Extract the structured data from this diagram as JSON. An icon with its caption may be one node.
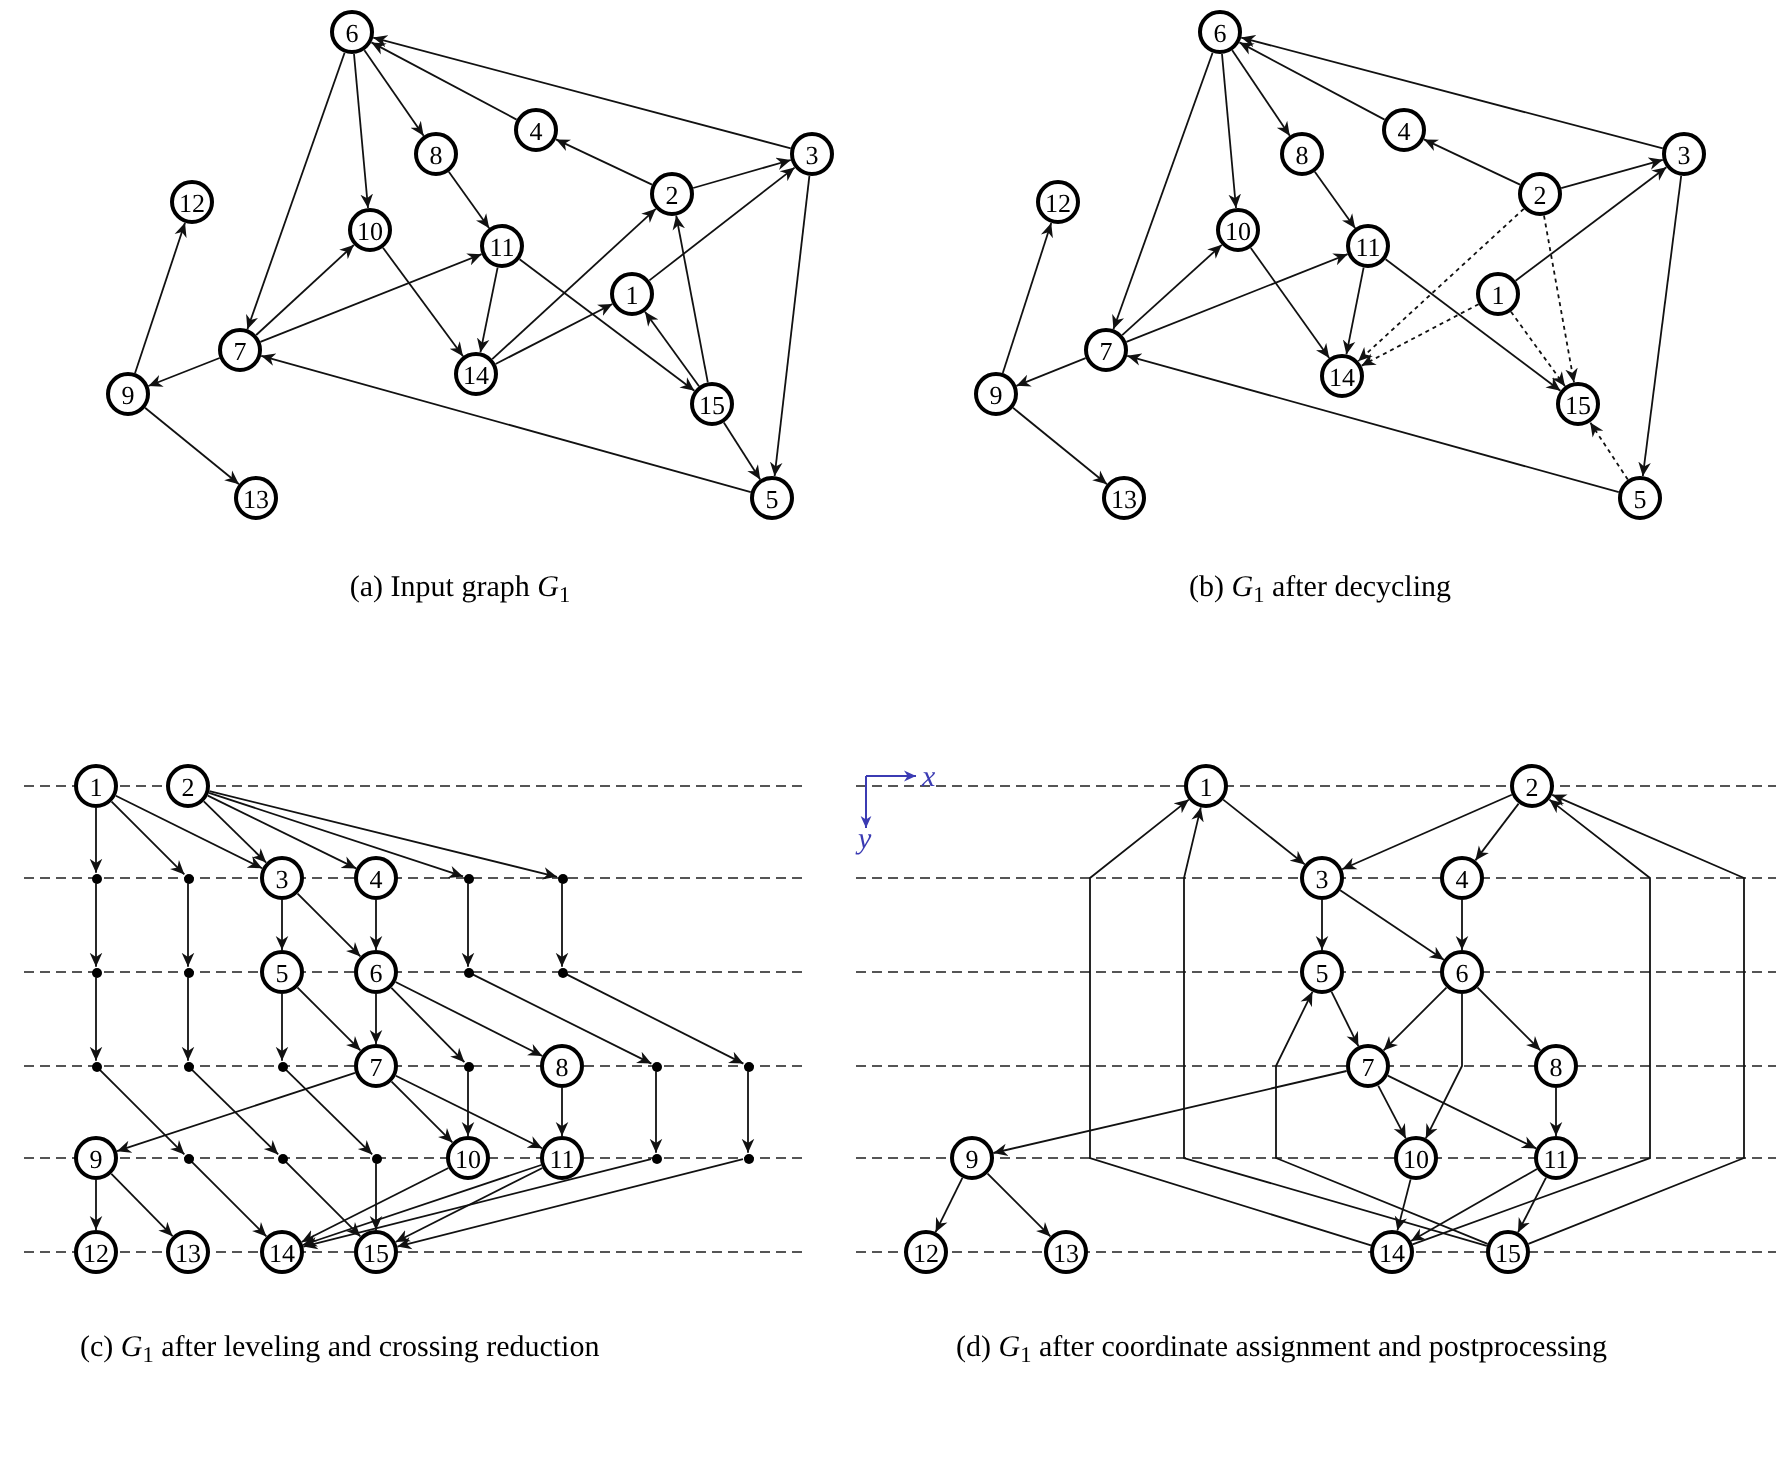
{
  "diagram": {
    "nodes": [
      {
        "text": [
          "1"
        ]
      },
      {
        "text": [
          "2"
        ]
      },
      {
        "text": [
          "3"
        ]
      },
      {
        "text": [
          "4"
        ]
      },
      {
        "text": [
          "5"
        ]
      },
      {
        "text": [
          "6"
        ]
      },
      {
        "text": [
          "7"
        ]
      },
      {
        "text": [
          "8"
        ]
      },
      {
        "text": [
          "9"
        ]
      },
      {
        "text": [
          "10"
        ]
      },
      {
        "text": [
          "11"
        ]
      },
      {
        "text": [
          "12"
        ]
      },
      {
        "text": [
          "13"
        ]
      },
      {
        "text": [
          "14"
        ]
      },
      {
        "text": [
          "15"
        ]
      },
      {
        "text": [
          "1"
        ]
      },
      {
        "text": [
          "2"
        ]
      },
      {
        "text": [
          "3"
        ]
      },
      {
        "text": [
          "4"
        ]
      },
      {
        "text": [
          "5"
        ]
      },
      {
        "text": [
          "6"
        ]
      },
      {
        "text": [
          "7"
        ]
      },
      {
        "text": [
          "8"
        ]
      },
      {
        "text": [
          "9"
        ]
      },
      {
        "text": [
          "10"
        ]
      },
      {
        "text": [
          "11"
        ]
      },
      {
        "text": [
          "12"
        ]
      },
      {
        "text": [
          "13"
        ]
      },
      {
        "text": [
          "14"
        ]
      },
      {
        "text": [
          "15"
        ]
      },
      {
        "text": [
          "1"
        ]
      },
      {
        "text": [
          "2"
        ]
      },
      {
        "text": [],
        "shape": "circle"
      },
      {
        "text": [],
        "shape": "circle"
      },
      {
        "text": [
          "3"
        ]
      },
      {
        "text": [
          "4"
        ]
      },
      {
        "text": [],
        "shape": "circle"
      },
      {
        "text": [],
        "shape": "circle"
      },
      {
        "text": [],
        "shape": "circle"
      },
      {
        "text": [],
        "shape": "circle"
      },
      {
        "text": [
          "5"
        ]
      },
      {
        "text": [
          "6"
        ]
      },
      {
        "text": [],
        "shape": "circle"
      },
      {
        "text": [],
        "shape": "circle"
      },
      {
        "text": [],
        "shape": "circle"
      },
      {
        "text": [],
        "shape": "circle"
      },
      {
        "text": [],
        "shape": "circle"
      },
      {
        "text": [
          "7"
        ]
      },
      {
        "text": [],
        "shape": "circle"
      },
      {
        "text": [
          "8"
        ]
      },
      {
        "text": [],
        "shape": "circle"
      },
      {
        "text": [],
        "shape": "circle"
      },
      {
        "text": [
          "9"
        ]
      },
      {
        "text": [],
        "shape": "circle"
      },
      {
        "text": [],
        "shape": "circle"
      },
      {
        "text": [],
        "shape": "circle"
      },
      {
        "text": [
          "10"
        ]
      },
      {
        "text": [
          "11"
        ]
      },
      {
        "text": [],
        "shape": "circle"
      },
      {
        "text": [],
        "shape": "circle"
      },
      {
        "text": [
          "12"
        ]
      },
      {
        "text": [
          "13"
        ]
      },
      {
        "text": [
          "14"
        ]
      },
      {
        "text": [
          "15"
        ]
      },
      {
        "text": [
          "1"
        ]
      },
      {
        "text": [
          "2"
        ]
      },
      {
        "text": [
          "3"
        ]
      },
      {
        "text": [
          "4"
        ]
      },
      {
        "text": [
          "5"
        ]
      },
      {
        "text": [
          "6"
        ]
      },
      {
        "text": [
          "7"
        ]
      },
      {
        "text": [
          "8"
        ]
      },
      {
        "text": [
          "9"
        ]
      },
      {
        "text": [
          "10"
        ]
      },
      {
        "text": [
          "11"
        ]
      },
      {
        "text": [
          "12"
        ]
      },
      {
        "text": [
          "13"
        ]
      },
      {
        "text": [
          "14"
        ]
      },
      {
        "text": [
          "15"
        ]
      }
    ],
    "edges": [
      {
        "from": 5,
        "to": 6,
        "arrow": "to"
      },
      {
        "from": 5,
        "to": 9,
        "arrow": "to"
      },
      {
        "from": 5,
        "to": 7,
        "arrow": "to"
      },
      {
        "from": 3,
        "to": 5,
        "arrow": "to"
      },
      {
        "from": 2,
        "to": 5,
        "arrow": "to"
      },
      {
        "from": 1,
        "to": 3,
        "arrow": "to"
      },
      {
        "from": 1,
        "to": 2,
        "arrow": "to"
      },
      {
        "from": 7,
        "to": 10,
        "arrow": "to"
      },
      {
        "from": 6,
        "to": 9,
        "arrow": "to"
      },
      {
        "from": 6,
        "to": 10,
        "arrow": "to"
      },
      {
        "from": 9,
        "to": 13,
        "arrow": "to"
      },
      {
        "from": 10,
        "to": 13,
        "arrow": "to"
      },
      {
        "from": 10,
        "to": 14,
        "arrow": "to"
      },
      {
        "from": 13,
        "to": 1,
        "arrow": "to"
      },
      {
        "from": 13,
        "to": 0,
        "arrow": "to"
      },
      {
        "from": 0,
        "to": 2,
        "arrow": "to"
      },
      {
        "from": 14,
        "to": 0,
        "arrow": "to"
      },
      {
        "from": 14,
        "to": 1,
        "arrow": "to"
      },
      {
        "from": 14,
        "to": 4,
        "arrow": "to"
      },
      {
        "from": 2,
        "to": 4,
        "arrow": "to"
      },
      {
        "from": 4,
        "to": 6,
        "arrow": "to"
      },
      {
        "from": 6,
        "to": 8,
        "arrow": "to"
      },
      {
        "from": 8,
        "to": 11,
        "arrow": "to"
      },
      {
        "from": 8,
        "to": 12,
        "arrow": "to"
      },
      {
        "from": 20,
        "to": 21,
        "arrow": "to"
      },
      {
        "from": 20,
        "to": 24,
        "arrow": "to"
      },
      {
        "from": 20,
        "to": 22,
        "arrow": "to"
      },
      {
        "from": 18,
        "to": 20,
        "arrow": "to"
      },
      {
        "from": 17,
        "to": 20,
        "arrow": "to"
      },
      {
        "from": 16,
        "to": 18,
        "arrow": "to"
      },
      {
        "from": 16,
        "to": 17,
        "arrow": "to"
      },
      {
        "from": 22,
        "to": 25,
        "arrow": "to"
      },
      {
        "from": 21,
        "to": 24,
        "arrow": "to"
      },
      {
        "from": 21,
        "to": 25,
        "arrow": "to"
      },
      {
        "from": 24,
        "to": 28,
        "arrow": "to"
      },
      {
        "from": 25,
        "to": 28,
        "arrow": "to"
      },
      {
        "from": 25,
        "to": 29,
        "arrow": "to"
      },
      {
        "from": 15,
        "to": 17,
        "arrow": "to"
      },
      {
        "from": 17,
        "to": 19,
        "arrow": "to"
      },
      {
        "from": 19,
        "to": 21,
        "arrow": "to"
      },
      {
        "from": 21,
        "to": 23,
        "arrow": "to"
      },
      {
        "from": 23,
        "to": 26,
        "arrow": "to"
      },
      {
        "from": 23,
        "to": 27,
        "arrow": "to"
      },
      {
        "from": 16,
        "to": 28,
        "arrow": "to",
        "style": "dashed"
      },
      {
        "from": 15,
        "to": 28,
        "arrow": "to",
        "style": "dashed"
      },
      {
        "from": 16,
        "to": 29,
        "arrow": "to",
        "style": "dashed"
      },
      {
        "from": 15,
        "to": 29,
        "arrow": "to",
        "style": "dashed"
      },
      {
        "from": 19,
        "to": 29,
        "arrow": "to",
        "style": "dashed"
      },
      {
        "from": 30,
        "to": 32,
        "arrow": "to"
      },
      {
        "from": 30,
        "to": 33,
        "arrow": "to"
      },
      {
        "from": 30,
        "to": 34,
        "arrow": "to"
      },
      {
        "from": 31,
        "to": 34,
        "arrow": "to"
      },
      {
        "from": 31,
        "to": 35,
        "arrow": "to"
      },
      {
        "from": 31,
        "to": 36,
        "arrow": "to"
      },
      {
        "from": 31,
        "to": 37,
        "arrow": "to"
      },
      {
        "from": 32,
        "to": 38,
        "arrow": "to"
      },
      {
        "from": 33,
        "to": 39,
        "arrow": "to"
      },
      {
        "from": 34,
        "to": 40,
        "arrow": "to"
      },
      {
        "from": 34,
        "to": 41,
        "arrow": "to"
      },
      {
        "from": 35,
        "to": 41,
        "arrow": "to"
      },
      {
        "from": 36,
        "to": 42,
        "arrow": "to"
      },
      {
        "from": 37,
        "to": 43,
        "arrow": "to"
      },
      {
        "from": 38,
        "to": 44,
        "arrow": "to"
      },
      {
        "from": 39,
        "to": 45,
        "arrow": "to"
      },
      {
        "from": 40,
        "to": 46,
        "arrow": "to"
      },
      {
        "from": 40,
        "to": 47,
        "arrow": "to"
      },
      {
        "from": 41,
        "to": 47,
        "arrow": "to"
      },
      {
        "from": 41,
        "to": 48,
        "arrow": "to"
      },
      {
        "from": 41,
        "to": 49,
        "arrow": "to"
      },
      {
        "from": 42,
        "to": 50,
        "arrow": "to"
      },
      {
        "from": 43,
        "to": 51,
        "arrow": "to"
      },
      {
        "from": 44,
        "to": 53,
        "arrow": "to"
      },
      {
        "from": 45,
        "to": 54,
        "arrow": "to"
      },
      {
        "from": 46,
        "to": 55,
        "arrow": "to"
      },
      {
        "from": 47,
        "to": 52,
        "arrow": "to"
      },
      {
        "from": 47,
        "to": 56,
        "arrow": "to"
      },
      {
        "from": 47,
        "to": 57,
        "arrow": "to"
      },
      {
        "from": 48,
        "to": 56,
        "arrow": "to"
      },
      {
        "from": 49,
        "to": 57,
        "arrow": "to"
      },
      {
        "from": 50,
        "to": 58,
        "arrow": "to"
      },
      {
        "from": 51,
        "to": 59,
        "arrow": "to"
      },
      {
        "from": 52,
        "to": 60,
        "arrow": "to"
      },
      {
        "from": 52,
        "to": 61,
        "arrow": "to"
      },
      {
        "from": 53,
        "to": 62,
        "arrow": "to"
      },
      {
        "from": 54,
        "to": 63,
        "arrow": "to"
      },
      {
        "from": 55,
        "to": 63,
        "arrow": "to"
      },
      {
        "from": 56,
        "to": 62,
        "arrow": "to"
      },
      {
        "from": 57,
        "to": 62,
        "arrow": "to"
      },
      {
        "from": 57,
        "to": 63,
        "arrow": "to"
      },
      {
        "from": 58,
        "to": 62,
        "arrow": "to"
      },
      {
        "from": 59,
        "to": 63,
        "arrow": "to"
      },
      {
        "from": 64,
        "to": 66,
        "arrow": "to"
      },
      {
        "from": 65,
        "to": 66,
        "arrow": "to"
      },
      {
        "from": 65,
        "to": 67,
        "arrow": "to"
      },
      {
        "from": 66,
        "to": 68,
        "arrow": "to"
      },
      {
        "from": 66,
        "to": 69,
        "arrow": "to"
      },
      {
        "from": 67,
        "to": 69,
        "arrow": "to"
      },
      {
        "from": 68,
        "to": 70,
        "arrow": "to"
      },
      {
        "from": 69,
        "to": 70,
        "arrow": "to"
      },
      {
        "from": 69,
        "to": 73,
        "arrow": "to"
      },
      {
        "from": 69,
        "to": 71,
        "arrow": "to"
      },
      {
        "from": 70,
        "to": 72,
        "arrow": "to"
      },
      {
        "from": 70,
        "to": 73,
        "arrow": "to"
      },
      {
        "from": 70,
        "to": 74,
        "arrow": "to"
      },
      {
        "from": 71,
        "to": 74,
        "arrow": "to"
      },
      {
        "from": 72,
        "to": 75,
        "arrow": "to"
      },
      {
        "from": 72,
        "to": 76,
        "arrow": "to"
      },
      {
        "from": 73,
        "to": 77,
        "arrow": "to"
      },
      {
        "from": 74,
        "to": 77,
        "arrow": "to"
      },
      {
        "from": 74,
        "to": 78,
        "arrow": "to"
      },
      {
        "from": 77,
        "to": 64,
        "arrow": "to"
      },
      {
        "from": 78,
        "to": 64,
        "arrow": "to"
      },
      {
        "from": 78,
        "to": 68,
        "arrow": "to"
      },
      {
        "from": 77,
        "to": 65,
        "arrow": "to"
      },
      {
        "from": 78,
        "to": 65,
        "arrow": "to"
      }
    ],
    "labels": [
      "(a) Input graph *G*$_{1}$",
      "(b) *G*$_{1}$ after decycling",
      "x",
      "y",
      "(c) *G*$_{1}$ after leveling and crossing reduction",
      "(d) *G*$_{1}$ after coordinate assignment and postprocessing"
    ]
  }
}
